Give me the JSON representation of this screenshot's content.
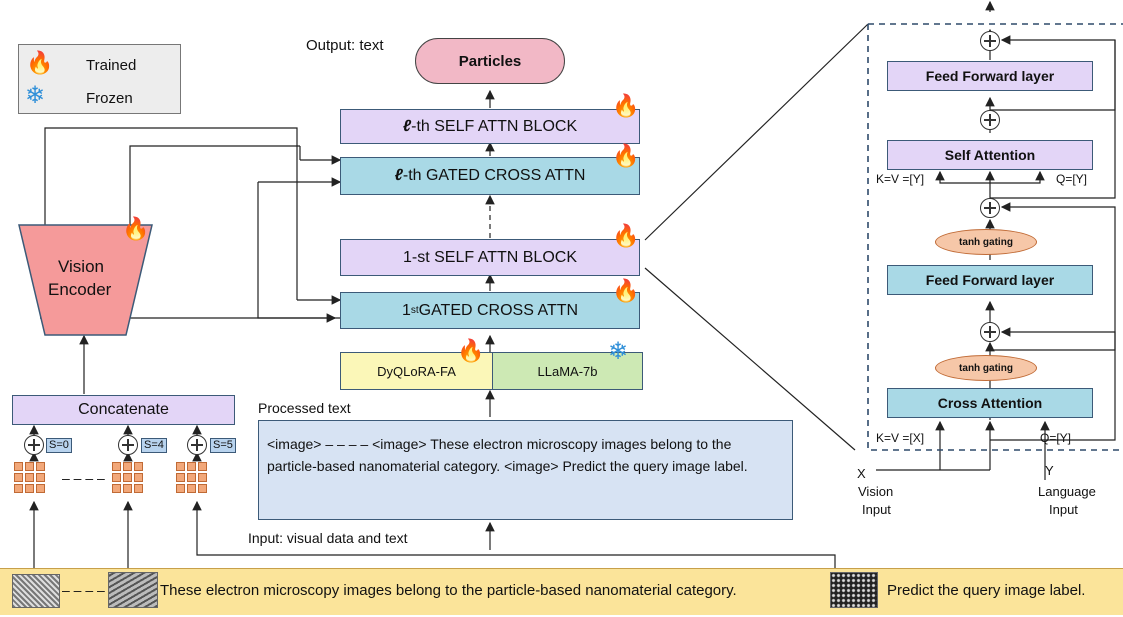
{
  "legend": {
    "trained": "Trained",
    "frozen": "Frozen"
  },
  "output_label": "Output: text",
  "particles": "Particles",
  "blocks": {
    "l_self_prefix": "ℓ",
    "l_self": "-th  SELF ATTN BLOCK",
    "l_cross_prefix": "ℓ",
    "l_cross": "-th GATED CROSS ATTN",
    "first_self": "1-st SELF ATTN BLOCK",
    "first_cross_prefix": "1",
    "first_cross_sup": "st",
    "first_cross": " GATED CROSS ATTN"
  },
  "dyq": "DyQLoRA-FA",
  "llama": "LLaMA-7b",
  "processed_text": "Processed text",
  "text_box": "<image> ‒ ‒ ‒ ‒ <image> These electron microscopy images belong to the particle-based nanomaterial category. <image> Predict the query image label.",
  "input_label": "Input: visual data and text",
  "vision_encoder": {
    "line1": "Vision",
    "line2": "Encoder"
  },
  "concatenate": "Concatenate",
  "s_badges": [
    "S=0",
    "S=4",
    "S=5"
  ],
  "bottom_text": "These electron microscopy images belong to the particle-based nanomaterial category.",
  "bottom_query": "Predict the query image label.",
  "detail": {
    "ff_top": "Feed Forward layer",
    "self_attn": "Self Attention",
    "kv_y": "K=V =[Y]",
    "q_y_top": "Q=[Y]",
    "tanh_top": "tanh gating",
    "ff_mid": "Feed Forward layer",
    "tanh_bottom": "tanh gating",
    "cross_attn": "Cross Attention",
    "kv_x": "K=V =[X]",
    "q_y_bottom": "Q=[Y]",
    "x": "X",
    "vision_input_1": "Vision",
    "vision_input_2": "Input",
    "y": "Y",
    "language_input_1": "Language",
    "language_input_2": "Input"
  },
  "colors": {
    "purple": "#e3d5f7",
    "teal": "#a9d9e6",
    "encoder": "#f59a9a",
    "particles": "#f2b8c6",
    "dyq": "#fbf7b8",
    "llama": "#cde9b4",
    "textbox": "#d7e3f3",
    "bottom_bar": "#fbe49a"
  },
  "icons": {
    "trained": "fire-icon",
    "frozen": "snowflake-icon"
  }
}
